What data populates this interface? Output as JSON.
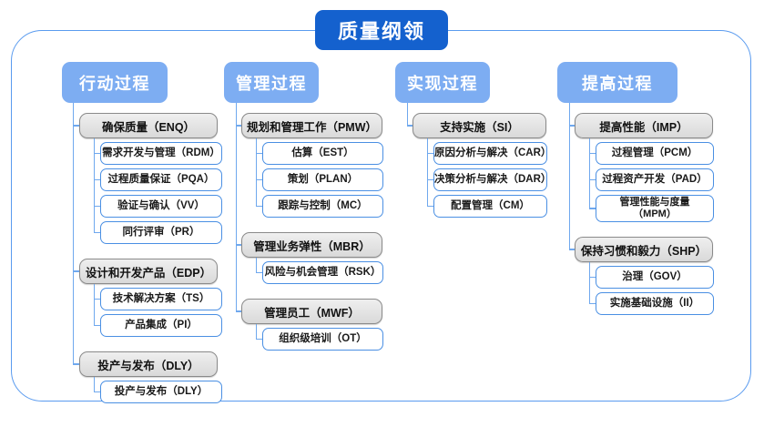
{
  "root": {
    "label": "质量纲领"
  },
  "columns": [
    {
      "id": "action",
      "header": "行动过程",
      "groups": [
        {
          "label": "确保质量（ENQ）",
          "children": [
            "需求开发与管理（RDM）",
            "过程质量保证（PQA）",
            "验证与确认（VV）",
            "同行评审（PR）"
          ]
        },
        {
          "label": "设计和开发产品（EDP）",
          "children": [
            "技术解决方案（TS）",
            "产品集成（PI）"
          ]
        },
        {
          "label": "投产与发布（DLY）",
          "children": [
            "投产与发布（DLY）"
          ]
        }
      ]
    },
    {
      "id": "management",
      "header": "管理过程",
      "groups": [
        {
          "label": "规划和管理工作（PMW）",
          "children": [
            "估算（EST）",
            "策划（PLAN）",
            "跟踪与控制（MC）"
          ]
        },
        {
          "label": "管理业务弹性（MBR）",
          "children": [
            "风险与机会管理（RSK）"
          ]
        },
        {
          "label": "管理员工（MWF）",
          "children": [
            "组织级培训（OT）"
          ]
        }
      ]
    },
    {
      "id": "realization",
      "header": "实现过程",
      "groups": [
        {
          "label": "支持实施（SI）",
          "children": [
            "原因分析与解决（CAR）",
            "决策分析与解决（DAR）",
            "配置管理（CM）"
          ]
        }
      ]
    },
    {
      "id": "improvement",
      "header": "提高过程",
      "groups": [
        {
          "label": "提高性能（IMP）",
          "children": [
            "过程管理（PCM）",
            "过程资产开发（PAD）",
            "管理性能与度量\n（MPM）"
          ]
        },
        {
          "label": "保持习惯和毅力（SHP）",
          "children": [
            "治理（GOV）",
            "实施基础设施（II）"
          ]
        }
      ]
    }
  ],
  "colors": {
    "root_fill": "#1461CE",
    "header_fill": "#7DADF2",
    "group_fill": "#E4E4E4",
    "group_border": "#8A8A8A",
    "leaf_border": "#4A8FE3",
    "connector": "#6FA8EE",
    "frame_border": "#5A9BEF"
  }
}
